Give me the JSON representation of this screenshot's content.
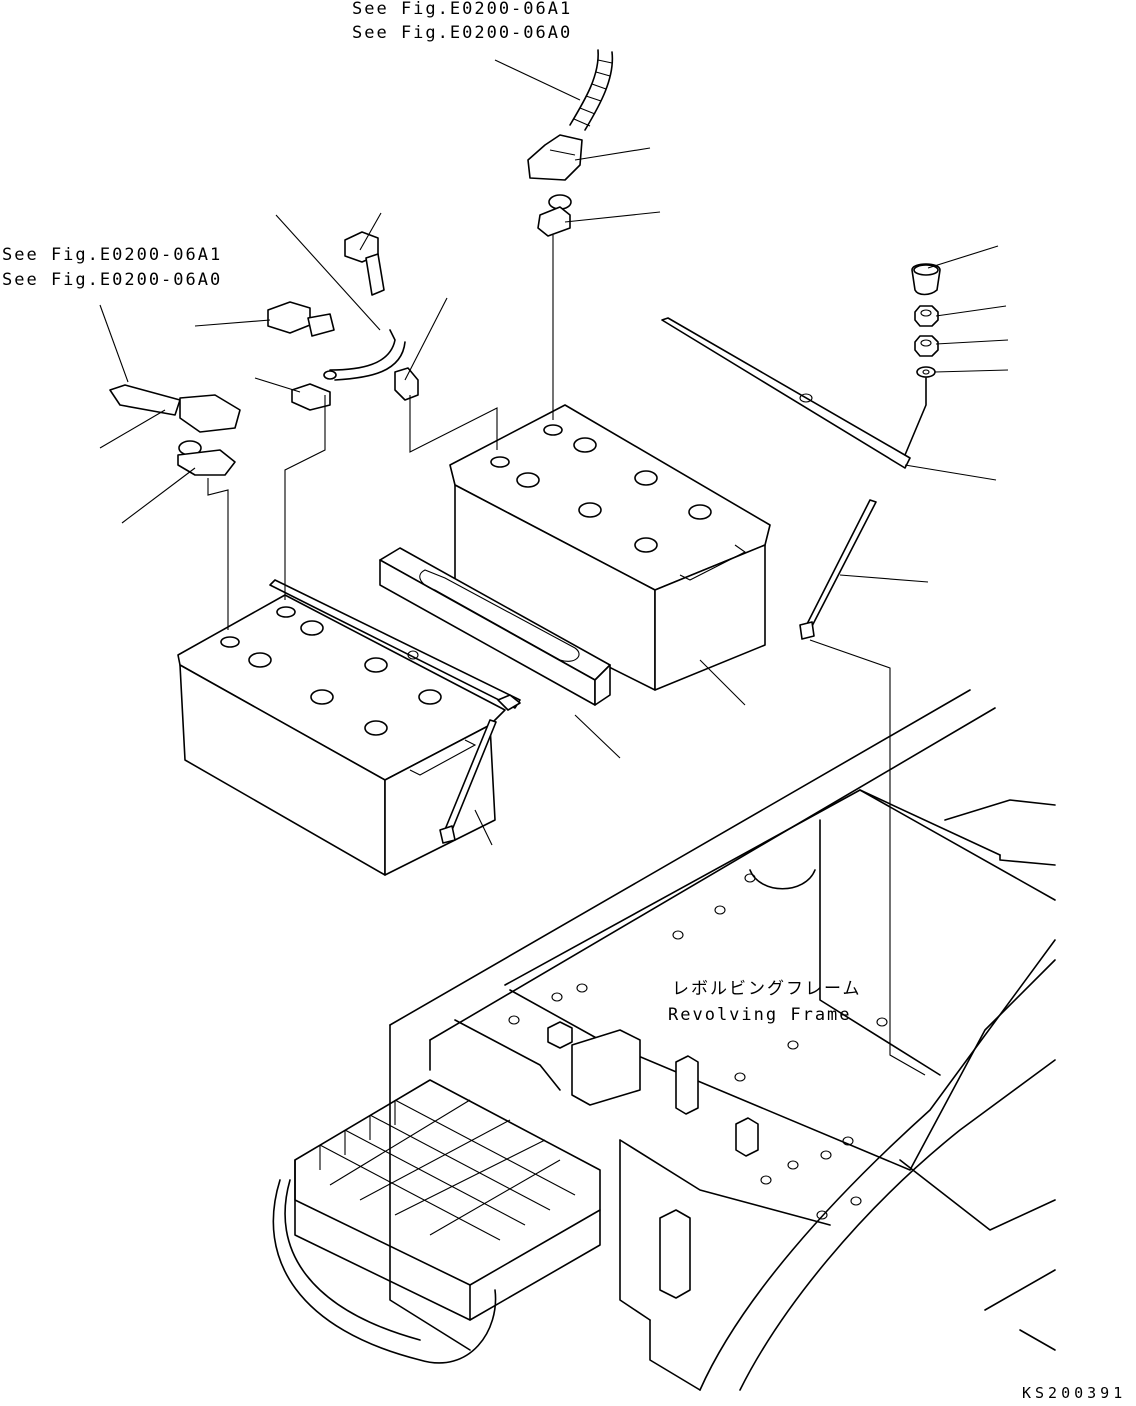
{
  "references": {
    "top": {
      "line1": "See Fig.E0200-06A1",
      "line2": "See Fig.E0200-06A0"
    },
    "left": {
      "line1": "See Fig.E0200-06A1",
      "line2": "See Fig.E0200-06A0"
    }
  },
  "frame_label": {
    "japanese": "レボルビングフレーム",
    "english": "Revolving Frame"
  },
  "drawing_code": "KS200391"
}
